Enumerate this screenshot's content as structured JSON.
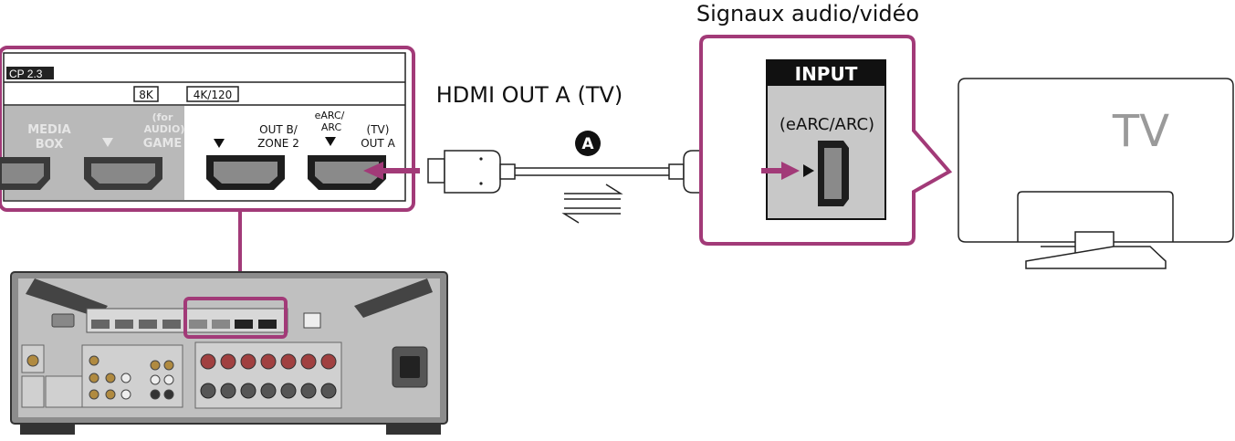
{
  "title": "Signaux audio/vidéo",
  "hdmi_out_label": "HDMI OUT A (TV)",
  "cable_marker": "A",
  "receiver_panel": {
    "hdcp_label": "CP 2.3",
    "badge_8k": "8K",
    "badge_4k": "4K/120",
    "media_box_line1": "MEDIA",
    "media_box_line2": "BOX",
    "game_line1": "(for",
    "game_line2": "AUDIO)",
    "game_line3": "GAME",
    "out_b_line1": "OUT B/",
    "out_b_line2": "ZONE 2",
    "earc_line1": "eARC/",
    "earc_line2": "ARC",
    "tv_line1": "(TV)",
    "tv_line2": "OUT A"
  },
  "tv_input": {
    "header": "INPUT",
    "sub_label": "(eARC/ARC)"
  },
  "tv_label": "TV",
  "colors": {
    "accent": "#a23a78",
    "panel_gray": "#b9b9b9",
    "receiver_gray": "#8c8c8c",
    "tv_input_gray": "#c8c8c8"
  }
}
